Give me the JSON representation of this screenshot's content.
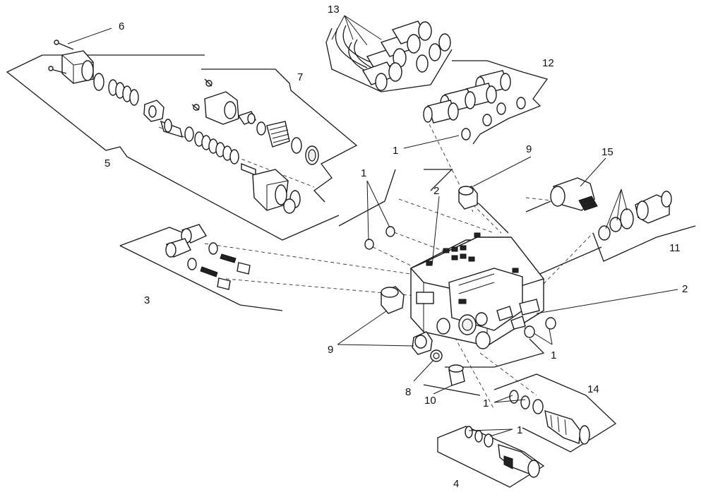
{
  "callouts": {
    "c1a": "1",
    "c1b": "1",
    "c1c": "1",
    "c1d": "1",
    "c1e": "1",
    "c2a": "2",
    "c2b": "2",
    "c3": "3",
    "c4": "4",
    "c5": "5",
    "c6": "6",
    "c7": "7",
    "c8": "8",
    "c9a": "9",
    "c9b": "9",
    "c10": "10",
    "c11": "11",
    "c12": "12",
    "c13": "13",
    "c14": "14",
    "c15": "15"
  }
}
